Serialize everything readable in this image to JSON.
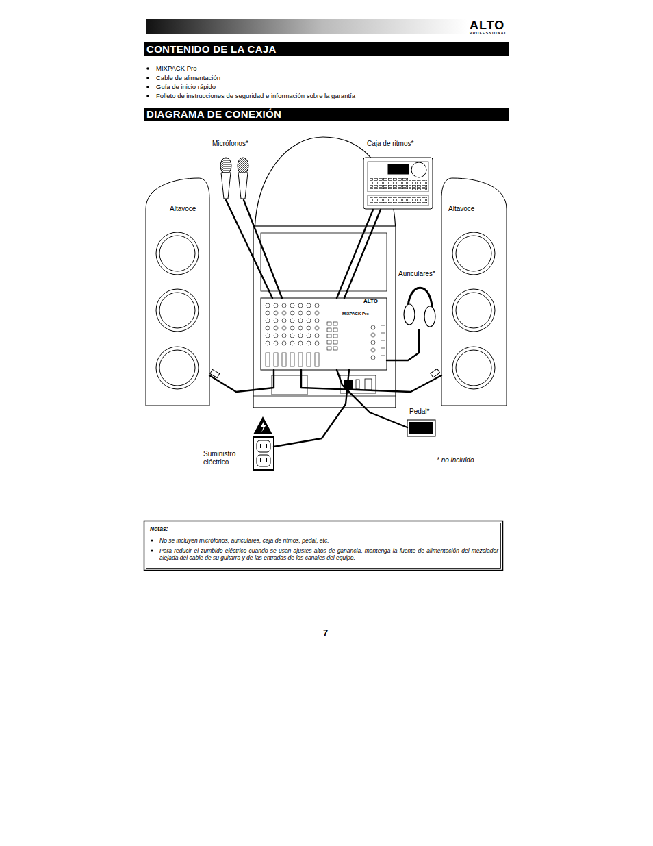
{
  "diagram": {
    "title": "DIAGRAMA DE CONEXIÓN",
    "nodes": [
      {
        "text": [
          "Micrófonos*"
        ]
      },
      {
        "text": [
          "Caja de ritmos*"
        ]
      },
      {
        "text": [
          "Altavoce"
        ]
      },
      {
        "text": [
          "MIXPACK Pro"
        ]
      },
      {
        "text": [
          "Altavoce"
        ]
      },
      {
        "text": [
          "Auriculares*"
        ]
      },
      {
        "text": [
          "Pedal*"
        ]
      },
      {
        "text": [
          "Suministro eléctrico"
        ]
      }
    ],
    "edges": [
      {
        "from": 0,
        "to": 3,
        "arrow": "none"
      },
      {
        "from": 0,
        "to": 3,
        "arrow": "none"
      },
      {
        "from": 1,
        "to": 3,
        "arrow": "none"
      },
      {
        "from": 1,
        "to": 3,
        "arrow": "none"
      },
      {
        "from": 5,
        "to": 3,
        "arrow": "none"
      },
      {
        "from": 6,
        "to": 3,
        "arrow": "none"
      },
      {
        "from": 3,
        "to": 2,
        "arrow": "none"
      },
      {
        "from": 3,
        "to": 4,
        "arrow": "none"
      },
      {
        "from": 7,
        "to": 3,
        "arrow": "none"
      }
    ],
    "labels": [
      "CONTENIDO DE LA CAJA",
      "MIXPACK Pro",
      "Cable de alimentación",
      "Guía de inicio rápido",
      "Folleto de instrucciones de seguridad e información sobre la garantía",
      "* no incluido",
      "Notas:",
      "No se incluyen micrófonos, auriculares, caja de ritmos, pedal, etc.",
      "Para reducir el zumbido eléctrico cuando se usan ajustes altos de ganancia, mantenga la fuente de alimentación del mezclador alejada del cable de su guitarra y de las entradas de los canales del equipo.",
      "7",
      "ALTO",
      "PROFESSIONAL",
      "ALTO"
    ]
  }
}
